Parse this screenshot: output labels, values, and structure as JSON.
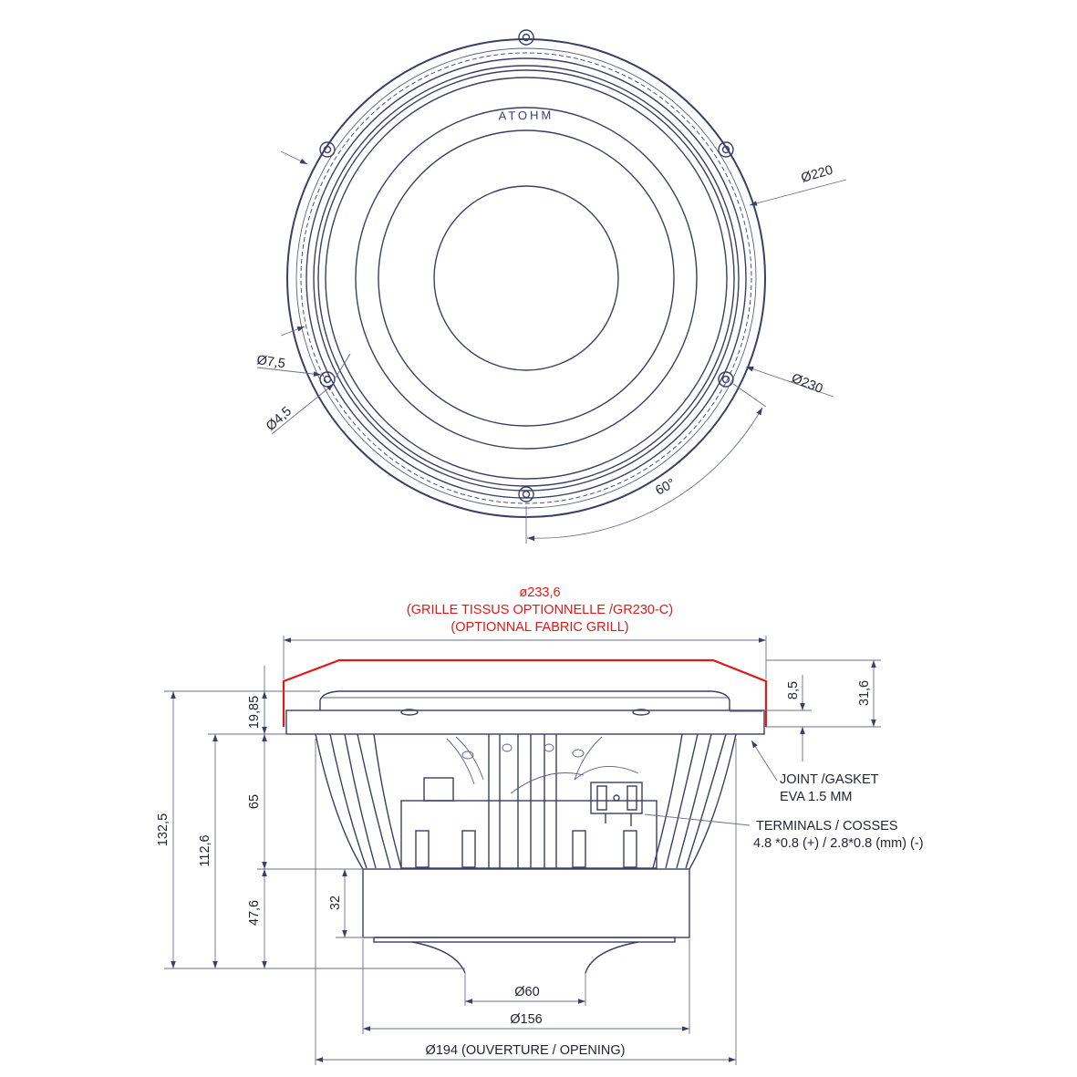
{
  "brand": "ATOHM",
  "top_view": {
    "dims": {
      "d220": "Ø220",
      "d230": "Ø230",
      "d75": "Ø7,5",
      "d45": "Ø4,5",
      "angle": "60°"
    }
  },
  "side_view": {
    "grill": {
      "diameter": "ø233,6",
      "fr": "(GRILLE TISSUS OPTIONNELLE /GR230-C)",
      "en": "(OPTIONNAL FABRIC GRILL)"
    },
    "heights": {
      "h1985": "19,85",
      "h65": "65",
      "h476": "47,6",
      "h32": "32",
      "h1126": "112,6",
      "h1325": "132,5",
      "h85": "8,5",
      "h316": "31,6"
    },
    "diameters": {
      "d60": "Ø60",
      "d156": "Ø156",
      "d194": "Ø194 (OUVERTURE / OPENING)"
    },
    "gasket": {
      "line1": "JOINT /GASKET",
      "line2": "EVA 1.5 MM"
    },
    "terminals": {
      "line1": "TERMINALS / COSSES",
      "line2": "4.8 *0.8 (+) /  2.8*0.8 (mm) (-)"
    }
  },
  "colors": {
    "line": "#3a3f66",
    "grill": "#e01818"
  }
}
